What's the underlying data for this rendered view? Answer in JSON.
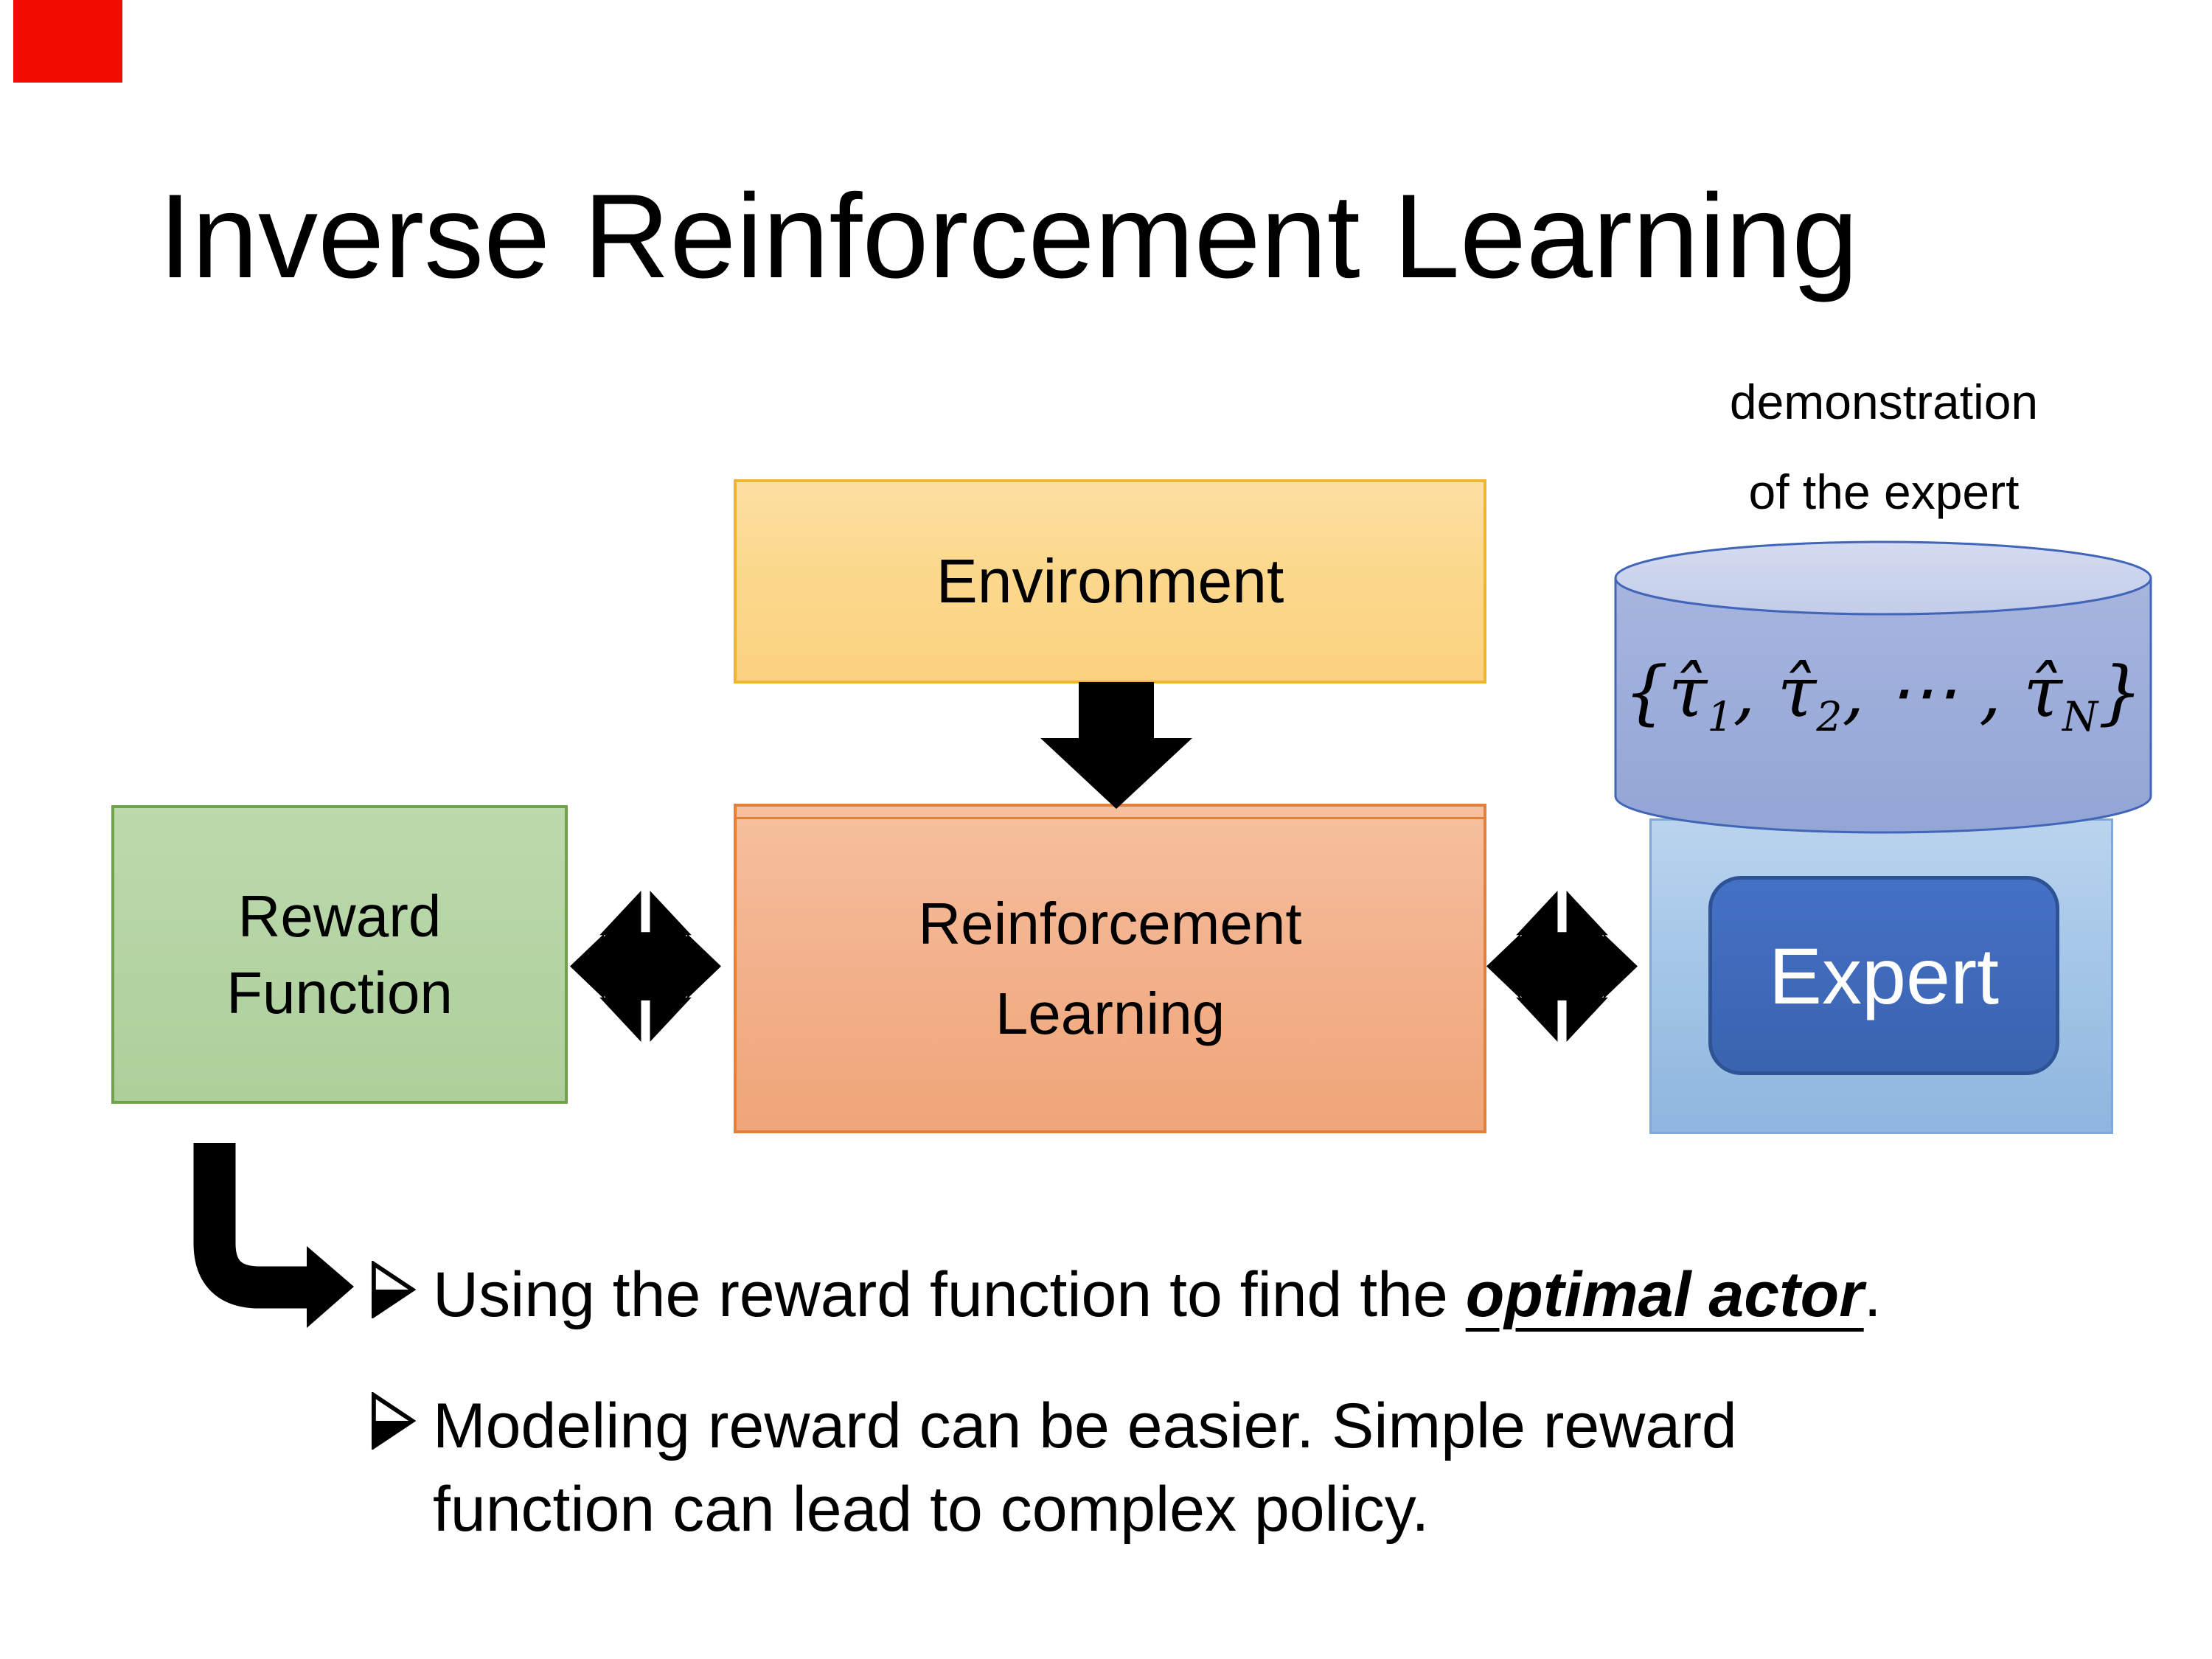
{
  "title": "Inverse Reinforcement Learning",
  "annotation": {
    "line1": "demonstration",
    "line2": "of the expert"
  },
  "boxes": {
    "environment": {
      "label": "Environment"
    },
    "reward": {
      "line1": "Reward",
      "line2": "Function"
    },
    "rl": {
      "line1": "Reinforcement",
      "line2": "Learning"
    },
    "expert": {
      "label": "Expert"
    }
  },
  "database": {
    "formula_p1": "{τ̂",
    "formula_s1": "1",
    "formula_p2": ", τ̂",
    "formula_s2": "2",
    "formula_p3": ", ⋯ , τ̂",
    "formula_sN": "N",
    "formula_p4": "}"
  },
  "bullets": {
    "b1_pre": "Using the reward function to find the ",
    "b1_em": "optimal actor",
    "b1_post": ".",
    "b2_line1": "Modeling reward can be easier. Simple reward",
    "b2_line2": "function can lead to complex policy."
  },
  "icons": {
    "down_arrow": "thick black downward block arrow",
    "exchange_arrow": "black horizontal double-headed exchange arrow with vertical slits",
    "elbow_arrow": "black down-then-right elbow arrow",
    "bullet_arrowhead": "3d top-lighted rightwards arrowhead",
    "database_cylinder": "blue database cylinder"
  },
  "colors": {
    "background": "#FFFFFF",
    "text": "#000000",
    "arrow_black": "#000000",
    "environment_fill": "#FCD88D",
    "environment_border": "#EFB62B",
    "reward_fill": "#B3D2A2",
    "reward_border": "#6FA34B",
    "rl_fill": "#F2AF89",
    "rl_border": "#E2813E",
    "expert_panel_fill": "#A9C8E8",
    "expert_panel_border": "#7FA9D9",
    "expert_fill": "#3F6ABB",
    "expert_border": "#2E5395",
    "expert_text": "#FFFFFF",
    "cylinder_body": "#9AABD9",
    "cylinder_top": "#CBD4ED",
    "cylinder_border": "#4165B8",
    "corner_mark": "#F10B00"
  }
}
